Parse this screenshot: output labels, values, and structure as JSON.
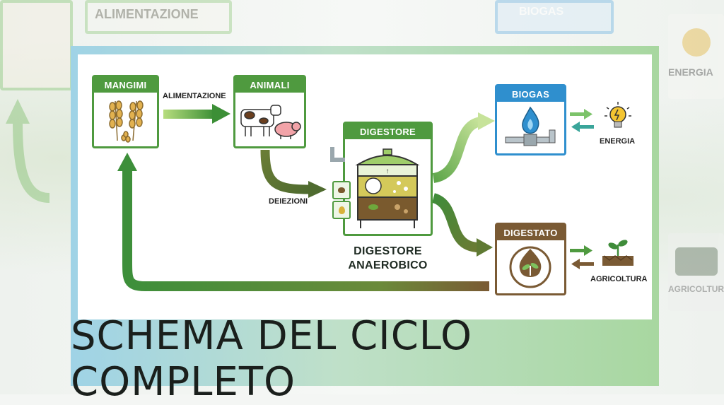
{
  "background_labels": {
    "left": "ALIMENTAZIONE",
    "right_top": "BIOGAS",
    "right": "ENERGIA",
    "right_bottom": "AGRICOLTURA"
  },
  "nodes": {
    "mangimi": "MANGIMI",
    "animali": "ANIMALI",
    "digestore": "DIGESTORE",
    "biogas": "BIOGAS",
    "digestato": "DIGESTATO"
  },
  "labels": {
    "alimentazione": "ALIMENTAZIONE",
    "deiezioni": "DEIEZIONI",
    "digestore_line1": "DIGESTORE",
    "digestore_line2": "ANAEROBICO",
    "energia": "ENERGIA",
    "agricoltura": "AGRICOLTURA"
  },
  "title": "SCHEMA DEL CICLO COMPLETO",
  "colors": {
    "green": "#4f9a3f",
    "blue": "#2f8fce",
    "brown": "#7a5a34",
    "teal": "#3aa59a"
  }
}
